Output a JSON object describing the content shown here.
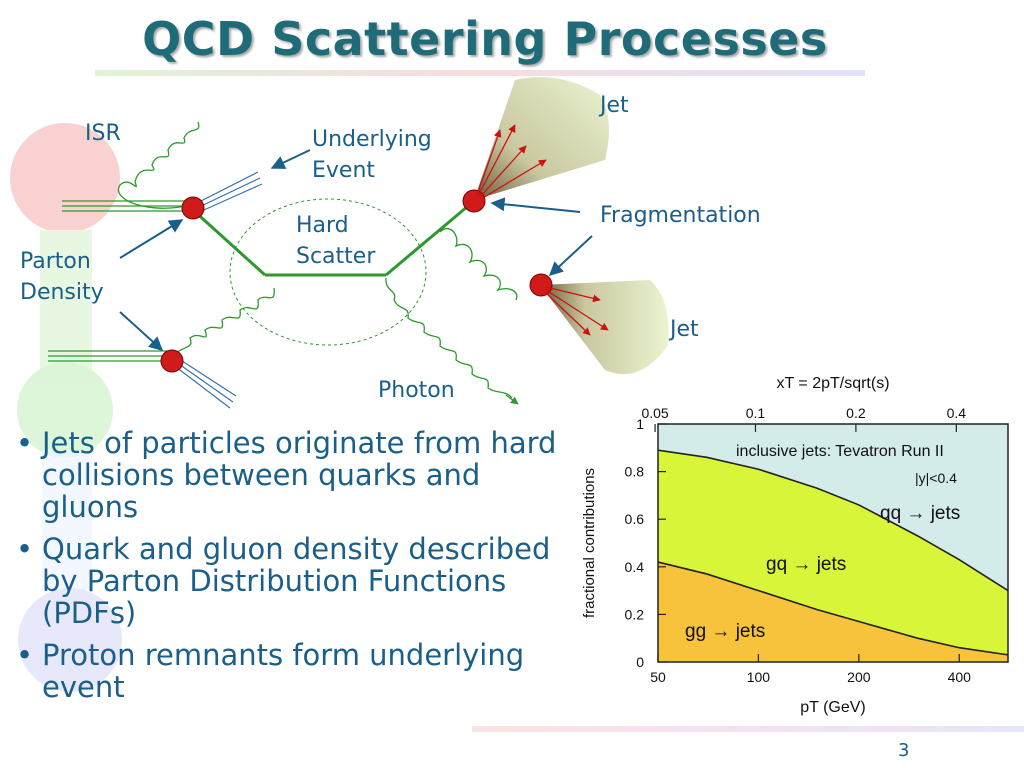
{
  "slide": {
    "title": "QCD Scattering Processes",
    "page_number": "3"
  },
  "diagram": {
    "labels": {
      "isr": "ISR",
      "underlying_event": [
        "Underlying",
        "Event"
      ],
      "hard_scatter": [
        "Hard",
        "Scatter"
      ],
      "parton_density": [
        "Parton",
        "Density"
      ],
      "photon": "Photon",
      "jet_top": "Jet",
      "fragmentation": "Fragmentation",
      "jet_bottom": "Jet"
    }
  },
  "bullets": [
    "Jets of particles originate from hard collisions between quarks and gluons",
    "Quark and gluon density described by Parton Distribution Functions (PDFs)",
    "Proton remnants form underlying event"
  ],
  "chart_data": {
    "type": "area",
    "annotation": "inclusive jets: Tevatron Run II",
    "cut_label": "|y|<0.4",
    "xlabel": "p_T (GeV)",
    "top_axis_label": "x_T = 2p_T/sqrt(s)",
    "ylabel": "fractional contributions",
    "x_scale": "log",
    "xlim": [
      50,
      560
    ],
    "ylim": [
      0,
      1
    ],
    "x_ticks": [
      50,
      100,
      200,
      400
    ],
    "y_ticks": [
      "0",
      "0.2",
      "0.4",
      "0.6",
      "0.8",
      "1"
    ],
    "top_ticks": [
      {
        "label": "0.05",
        "pt": 49
      },
      {
        "label": "0.1",
        "pt": 98
      },
      {
        "label": "0.2",
        "pt": 196
      },
      {
        "label": "0.4",
        "pt": 392
      }
    ],
    "x": [
      50,
      70,
      100,
      150,
      200,
      300,
      400,
      560
    ],
    "series": [
      {
        "name": "gg → jets",
        "values": [
          0.42,
          0.37,
          0.3,
          0.22,
          0.17,
          0.1,
          0.06,
          0.03
        ],
        "color": "#f7c23c"
      },
      {
        "name": "gq → jets",
        "values": [
          0.47,
          0.49,
          0.51,
          0.51,
          0.49,
          0.43,
          0.37,
          0.27
        ],
        "color": "#d9f53a"
      },
      {
        "name": "qq → jets",
        "values": [
          0.11,
          0.14,
          0.19,
          0.27,
          0.34,
          0.47,
          0.57,
          0.7
        ],
        "color": "#d3ece9"
      }
    ],
    "series_labels": [
      "gg → jets",
      "gq → jets",
      "qq → jets"
    ]
  }
}
